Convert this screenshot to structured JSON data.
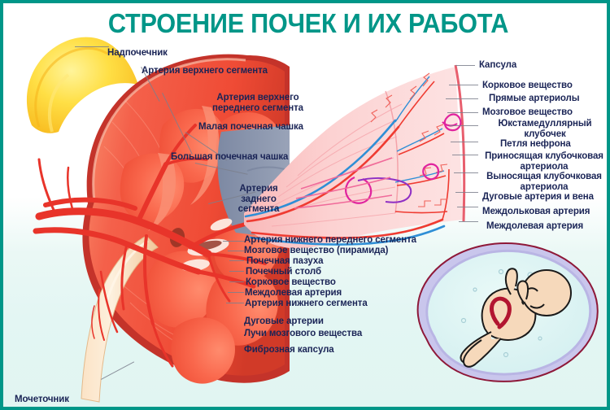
{
  "poster": {
    "title": "СТРОЕНИЕ ПОЧЕК И ИХ РАБОТА",
    "title_color": "#009688",
    "border_color": "#009688",
    "background_color": "#e3f6f3",
    "label_color": "#1a2456",
    "language": "ru"
  },
  "labels_left": [
    {
      "text": "Надпочечник",
      "name": "label-adrenal-gland"
    },
    {
      "text": "Артерия верхнего сегмента",
      "name": "label-superior-segmental-artery"
    },
    {
      "text": "Артерия верхнего\nпереднего сегмента",
      "name": "label-anterior-superior-segmental-artery"
    },
    {
      "text": "Малая почечная чашка",
      "name": "label-minor-calyx"
    },
    {
      "text": "Большая почечная чашка",
      "name": "label-major-calyx"
    },
    {
      "text": "Артерия\nзаднего\nсегмента",
      "name": "label-posterior-segmental-artery"
    }
  ],
  "labels_right": [
    {
      "text": "Капсула",
      "name": "label-capsule"
    },
    {
      "text": "Корковое вещество",
      "name": "label-cortex"
    },
    {
      "text": "Прямые артериолы",
      "name": "label-straight-arterioles"
    },
    {
      "text": "Мозговое вещество",
      "name": "label-medulla"
    },
    {
      "text": "Юкстамедуллярный\nклубочек",
      "name": "label-juxtamedullary-glomerulus"
    },
    {
      "text": "Петля нефрона",
      "name": "label-nephron-loop"
    },
    {
      "text": "Приносящая клубочковая\nартериола",
      "name": "label-afferent-arteriole"
    },
    {
      "text": "Выносящая клубочковая\nартериола",
      "name": "label-efferent-arteriole"
    },
    {
      "text": "Дуговые артерия и вена",
      "name": "label-arcuate-artery-vein"
    },
    {
      "text": "Междольковая артерия",
      "name": "label-interlobular-artery"
    },
    {
      "text": "Междолевая артерия",
      "name": "label-interlobar-artery"
    }
  ],
  "labels_center_bottom": [
    {
      "text": "Артерия нижнего переднего сегмента",
      "name": "label-anterior-inferior-segmental-artery"
    },
    {
      "text": "Мозговое вещество (пирамида)",
      "name": "label-medulla-pyramid"
    },
    {
      "text": "Почечная пазуха",
      "name": "label-renal-sinus"
    },
    {
      "text": "Почечный столб",
      "name": "label-renal-column"
    },
    {
      "text": "Корковое вещество",
      "name": "label-cortex-2"
    },
    {
      "text": "Междолевая артерия",
      "name": "label-interlobar-artery-2"
    },
    {
      "text": "Артерия нижнего сегмента",
      "name": "label-inferior-segmental-artery"
    },
    {
      "text": "Дуговые артерии",
      "name": "label-arcuate-arteries"
    },
    {
      "text": "Лучи мозгового вещества",
      "name": "label-medullary-rays"
    },
    {
      "text": "Фиброзная капсула",
      "name": "label-fibrous-capsule"
    }
  ],
  "labels_other": [
    {
      "text": "Мочеточник",
      "name": "label-ureter"
    }
  ],
  "figures": {
    "kidney": {
      "name": "kidney-cross-section-illustration"
    },
    "adrenal": {
      "name": "adrenal-gland-illustration"
    },
    "ureter": {
      "name": "ureter-illustration"
    },
    "wedge": {
      "name": "nephron-wedge-magnification-illustration"
    },
    "fetus": {
      "name": "fetus-in-amniotic-sac-illustration"
    }
  },
  "palette": {
    "kidney_red": "#f4543c",
    "kidney_dark_red": "#c4332a",
    "adrenal_yellow": "#ffd62e",
    "sinus_gray": "#8b96ad",
    "wedge_pink": "#fbc9c9",
    "artery_red": "#e8342a",
    "vein_blue": "#2f8fd6",
    "glomerulus_magenta": "#e0239e",
    "fetus_skin": "#f6d9bb",
    "amnion_violet": "#c9c6ec",
    "amnion_fluid": "#ddf3f3",
    "amnion_outline": "#8e1838"
  }
}
